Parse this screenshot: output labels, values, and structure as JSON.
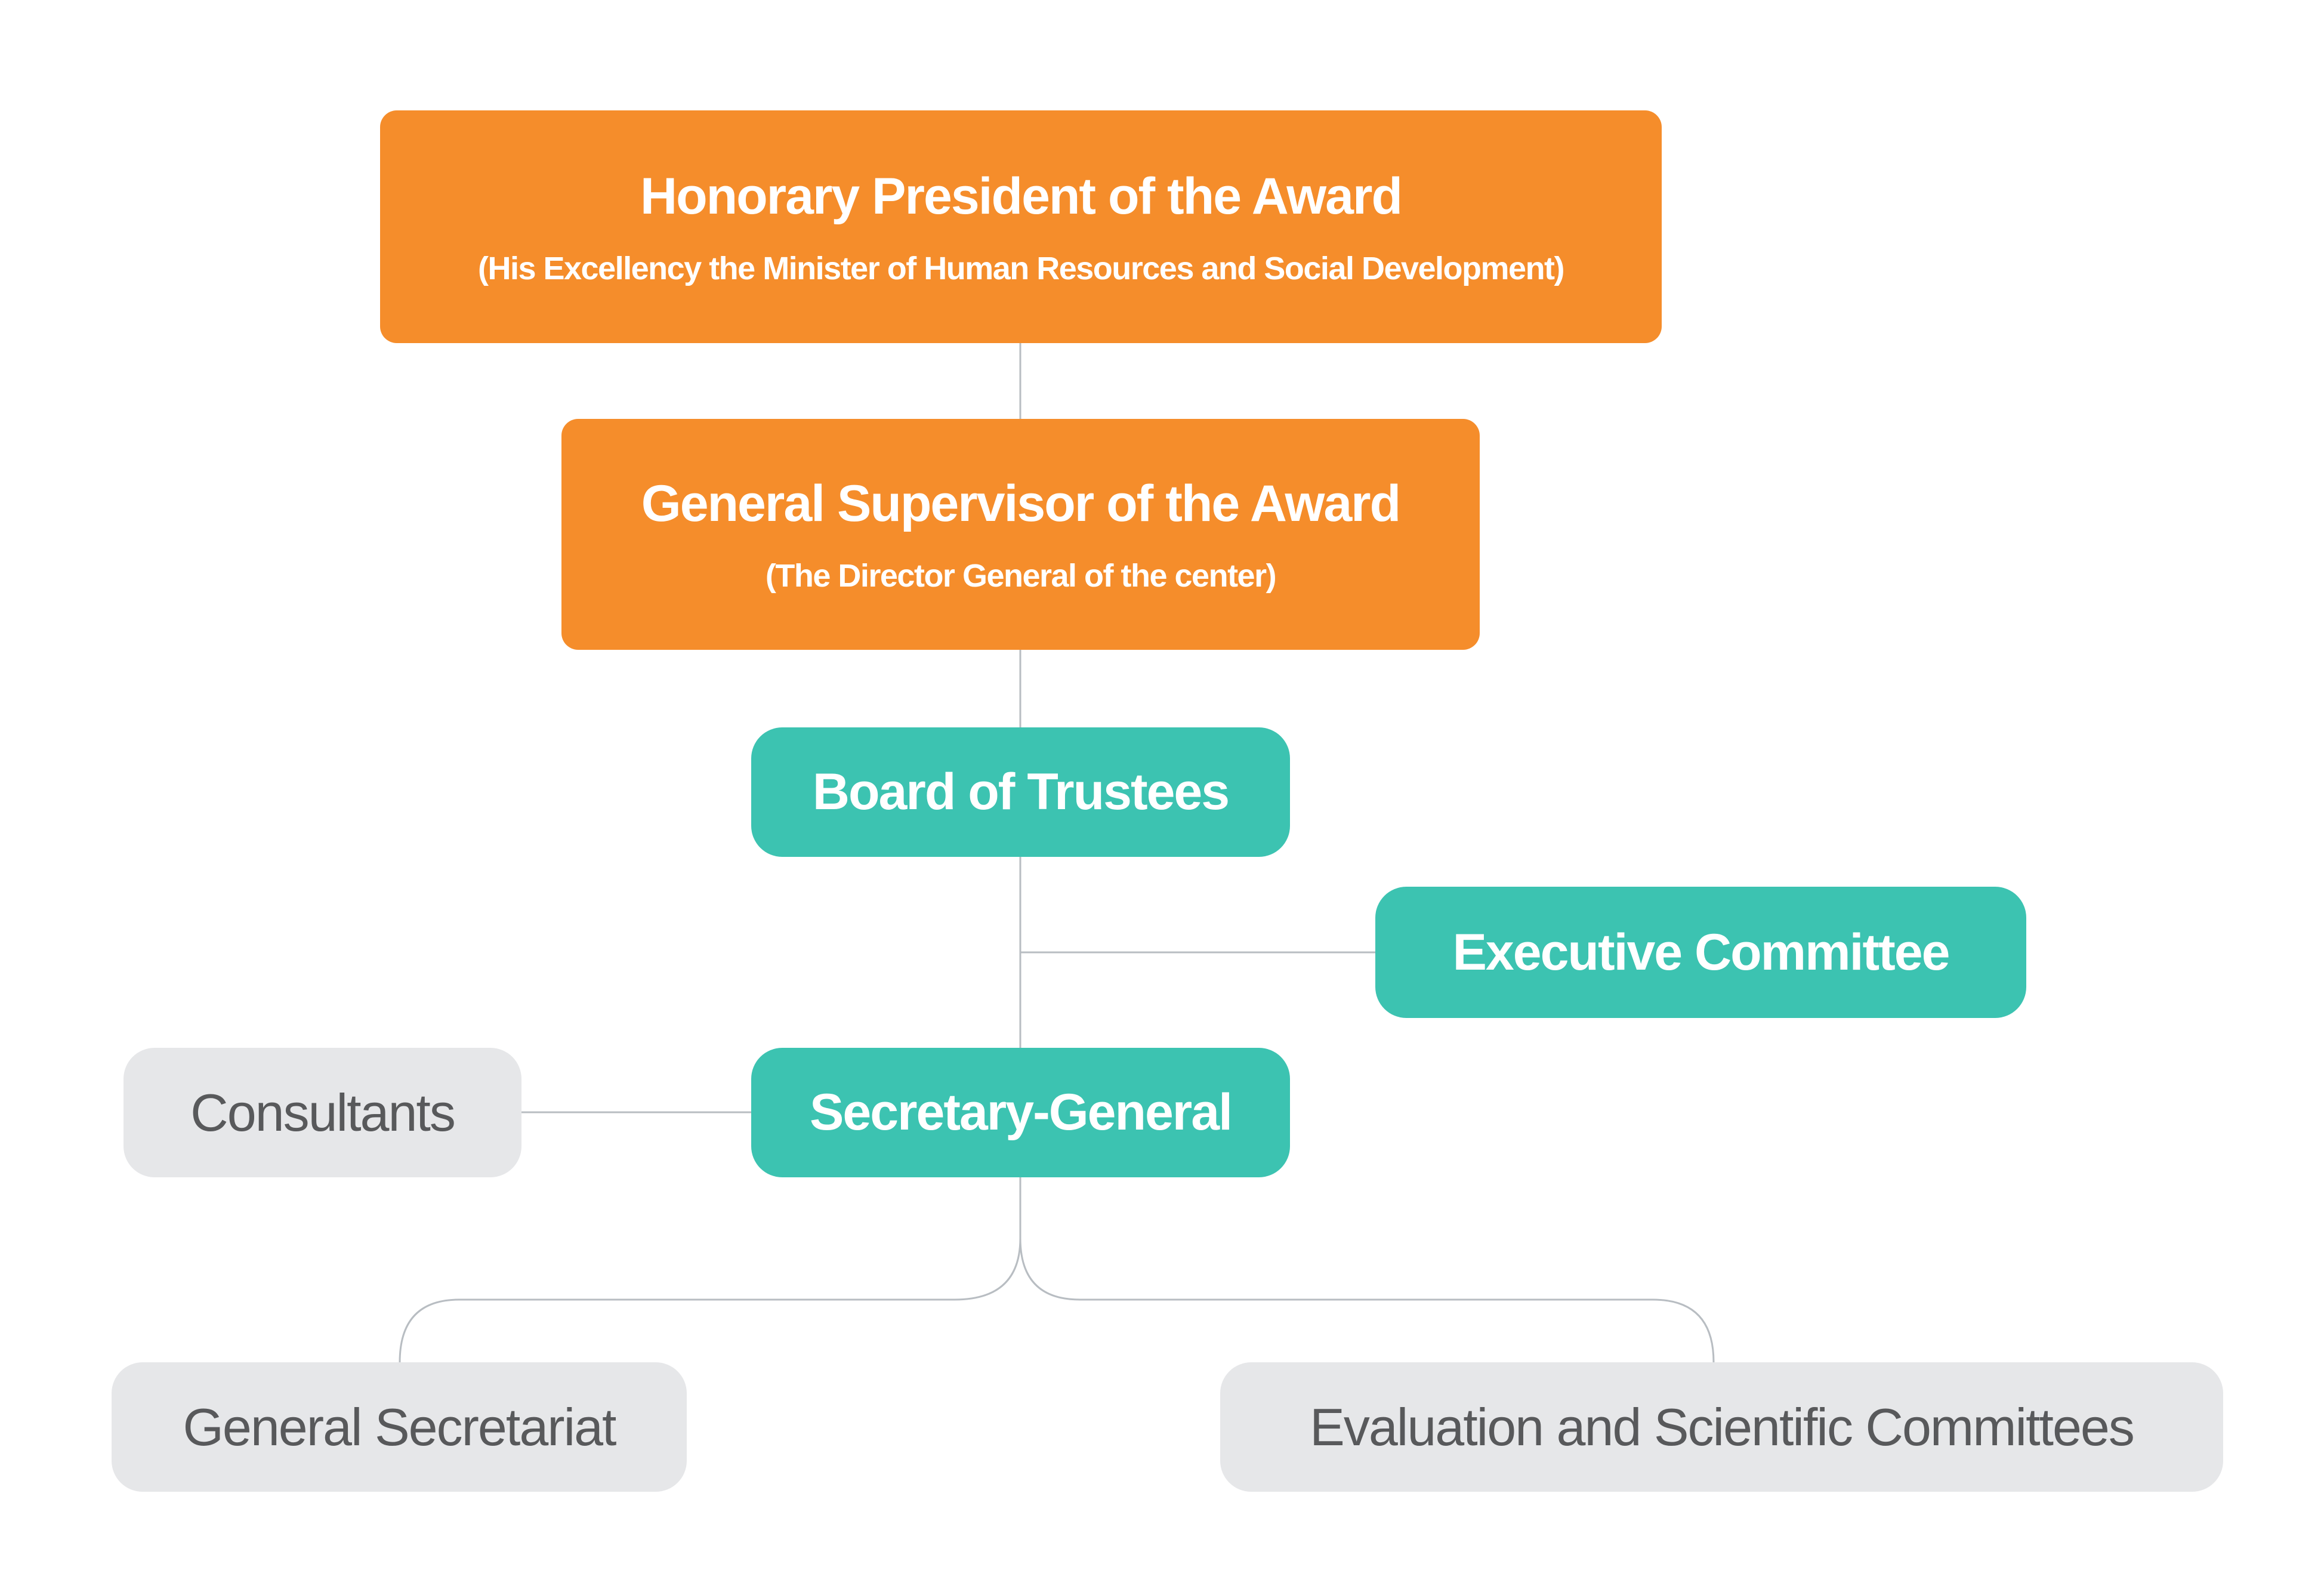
{
  "nodes": {
    "honorary_president": {
      "title": "Honorary President of the Award",
      "subtitle": "(His Excellency the Minister of Human Resources and Social Development)"
    },
    "general_supervisor": {
      "title": "General Supervisor of the Award",
      "subtitle": "(The Director General of the center)"
    },
    "board_of_trustees": {
      "title": "Board of Trustees"
    },
    "executive_committee": {
      "title": "Executive Committee"
    },
    "secretary_general": {
      "title": "Secretary-General"
    },
    "consultants": {
      "title": "Consultants"
    },
    "general_secretariat": {
      "title": "General Secretariat"
    },
    "evaluation_committees": {
      "title": "Evaluation and Scientific Committees"
    }
  },
  "colors": {
    "orange": "#F58D2B",
    "teal": "#3CC3B1",
    "gray": "#E6E7E9",
    "gray_text": "#58595B",
    "line": "#B8BDC2"
  }
}
